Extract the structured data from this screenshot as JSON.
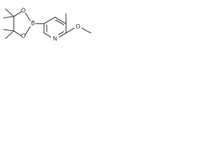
{
  "molecule": {
    "atoms": {
      "oxygen_ring_top": "O",
      "oxygen_ring_bottom": "O",
      "boron": "B",
      "nitrogen": "N",
      "oxygen_methoxy": "O"
    }
  }
}
